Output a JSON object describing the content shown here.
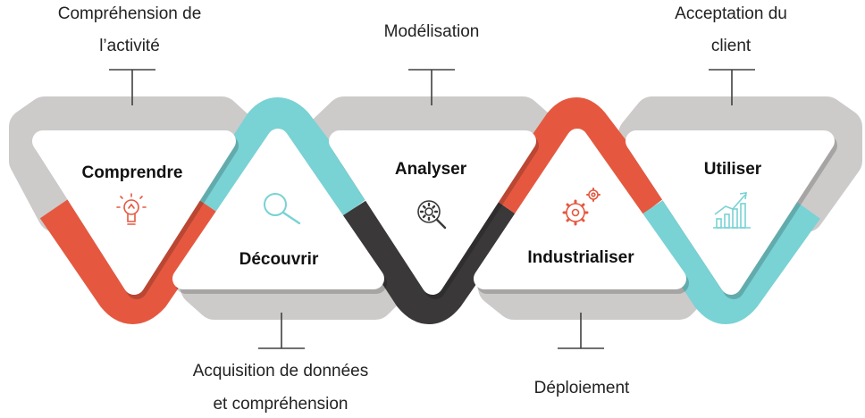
{
  "colors": {
    "gray": "#cdcaca",
    "coral": "#e5583f",
    "teal": "#79d2d4",
    "dark": "#3a3838",
    "text": "#222222",
    "connector": "#404040"
  },
  "stages": [
    {
      "title": "Comprendre",
      "icon": "lightbulb-icon",
      "color": "#e5583f"
    },
    {
      "title": "Découvrir",
      "icon": "magnifier-icon",
      "color": "#79d2d4"
    },
    {
      "title": "Analyser",
      "icon": "gear-magnifier-icon",
      "color": "#3a3838"
    },
    {
      "title": "Industrialiser",
      "icon": "gears-icon",
      "color": "#e5583f"
    },
    {
      "title": "Utiliser",
      "icon": "growth-chart-icon",
      "color": "#79d2d4"
    }
  ],
  "annotations": {
    "top_1": [
      "Compréhension de",
      "l’activité"
    ],
    "top_2": [
      "Modélisation"
    ],
    "top_3": [
      "Acceptation du",
      "client"
    ],
    "bottom_1": [
      "Acquisition de données",
      "et compréhension"
    ],
    "bottom_2": [
      "Déploiement"
    ]
  }
}
